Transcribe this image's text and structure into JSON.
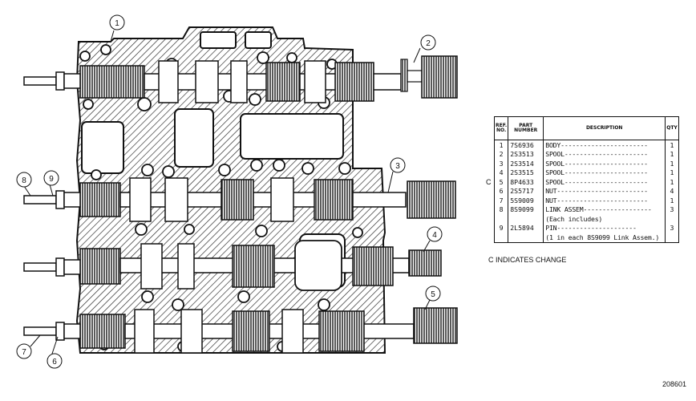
{
  "diagram": {
    "callouts": [
      "1",
      "2",
      "3",
      "4",
      "5",
      "6",
      "7",
      "8",
      "9"
    ],
    "drawing_number": "208601"
  },
  "parts_table": {
    "headers": {
      "ref_no": "REF. NO.",
      "part_number": "PART NUMBER",
      "description": "DESCRIPTION",
      "qty": "QTY"
    },
    "rows": [
      {
        "ref": "1",
        "part": "7S6936",
        "desc": "BODY-----------------------",
        "qty": "1"
      },
      {
        "ref": "2",
        "part": "2S3513",
        "desc": "SPOOL----------------------",
        "qty": "1"
      },
      {
        "ref": "3",
        "part": "2S3514",
        "desc": "SPOOL----------------------",
        "qty": "1"
      },
      {
        "ref": "4",
        "part": "2S3515",
        "desc": "SPOOL----------------------",
        "qty": "1"
      },
      {
        "ref": "5",
        "part": "8P4633",
        "desc": "SPOOL----------------------",
        "qty": "1"
      },
      {
        "ref": "6",
        "part": "2S5717",
        "desc": "NUT------------------------",
        "qty": "4"
      },
      {
        "ref": "7",
        "part": "5S9009",
        "desc": "NUT------------------------",
        "qty": "1"
      },
      {
        "ref": "8",
        "part": "8S9099",
        "desc": "LINK ASSEM------------------",
        "qty": "3"
      },
      {
        "ref": "",
        "part": "",
        "desc": "     (Each includes)",
        "qty": ""
      },
      {
        "ref": "9",
        "part": "2L5894",
        "desc": "     PIN---------------------",
        "qty": "3"
      },
      {
        "ref": "",
        "part": "",
        "desc": "     (1 in each 8S9099 Link Assem.)",
        "qty": ""
      }
    ],
    "change_marker": "C",
    "change_note": "C INDICATES CHANGE"
  }
}
